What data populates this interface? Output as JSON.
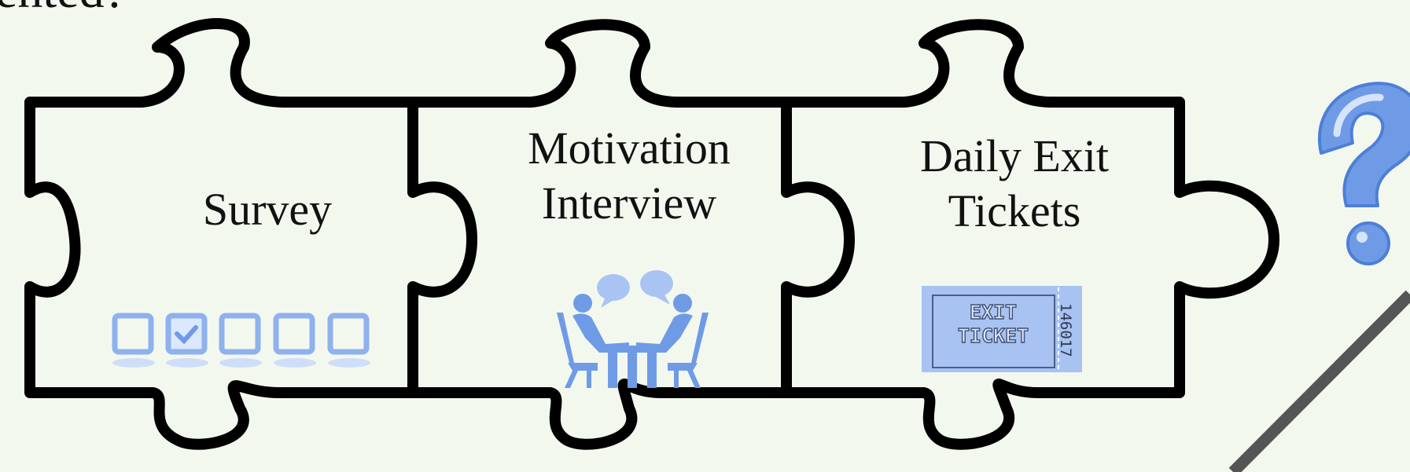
{
  "heading_fragment": "ented?",
  "pieces": [
    {
      "label_line1": "Survey",
      "label_line2": ""
    },
    {
      "label_line1": "Motivation",
      "label_line2": "Interview"
    },
    {
      "label_line1": "Daily Exit",
      "label_line2": "Tickets"
    }
  ],
  "ticket": {
    "line1": "EXIT",
    "line2": "TICKET",
    "serial": "146017"
  },
  "icons": [
    "checkbox-row-icon",
    "interview-icon",
    "exit-ticket-icon",
    "question-mark-icon"
  ],
  "colors": {
    "background": "#f3f8ef",
    "outline": "#000000",
    "icon_blue": "#6f9be6",
    "icon_light": "#b9d0f5",
    "slash": "#555555"
  }
}
